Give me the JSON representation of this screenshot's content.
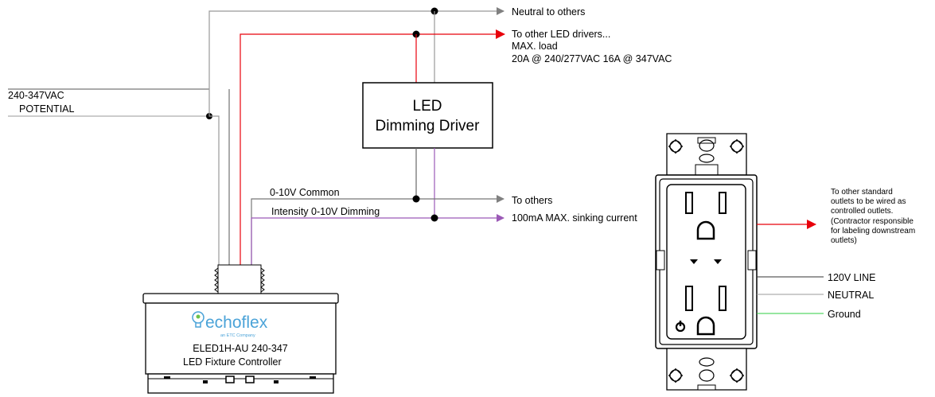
{
  "supply": {
    "line1": "240-347VAC",
    "line2": "POTENTIAL"
  },
  "outputs": {
    "neutral": "Neutral to others",
    "drivers": "To other LED drivers...",
    "max_load": "MAX. load",
    "rating": "20A @ 240/277VAC 16A @ 347VAC",
    "to_others": "To others",
    "sinking": "100mA MAX. sinking current"
  },
  "driver": {
    "line1": "LED",
    "line2": "Dimming Driver"
  },
  "control_wires": {
    "common": "0-10V Common",
    "dimming": "Intensity 0-10V Dimming"
  },
  "controller": {
    "brand": "echoflex",
    "sub_brand": "an ETC Company",
    "model": "ELED1H-AU 240-347",
    "name": "LED Fixture Controller"
  },
  "receptacle": {
    "note_lines": [
      "To other standard",
      "outlets to be wired as",
      "controlled outlets.",
      "(Contractor responsible",
      "for labeling downstream",
      "outlets)"
    ],
    "line": "120V LINE",
    "neutral": "NEUTRAL",
    "ground": "Ground"
  },
  "colors": {
    "hot": "#e8000b",
    "neutral": "#808080",
    "dimming": "#9b59b6",
    "ground": "#2ecc40"
  }
}
